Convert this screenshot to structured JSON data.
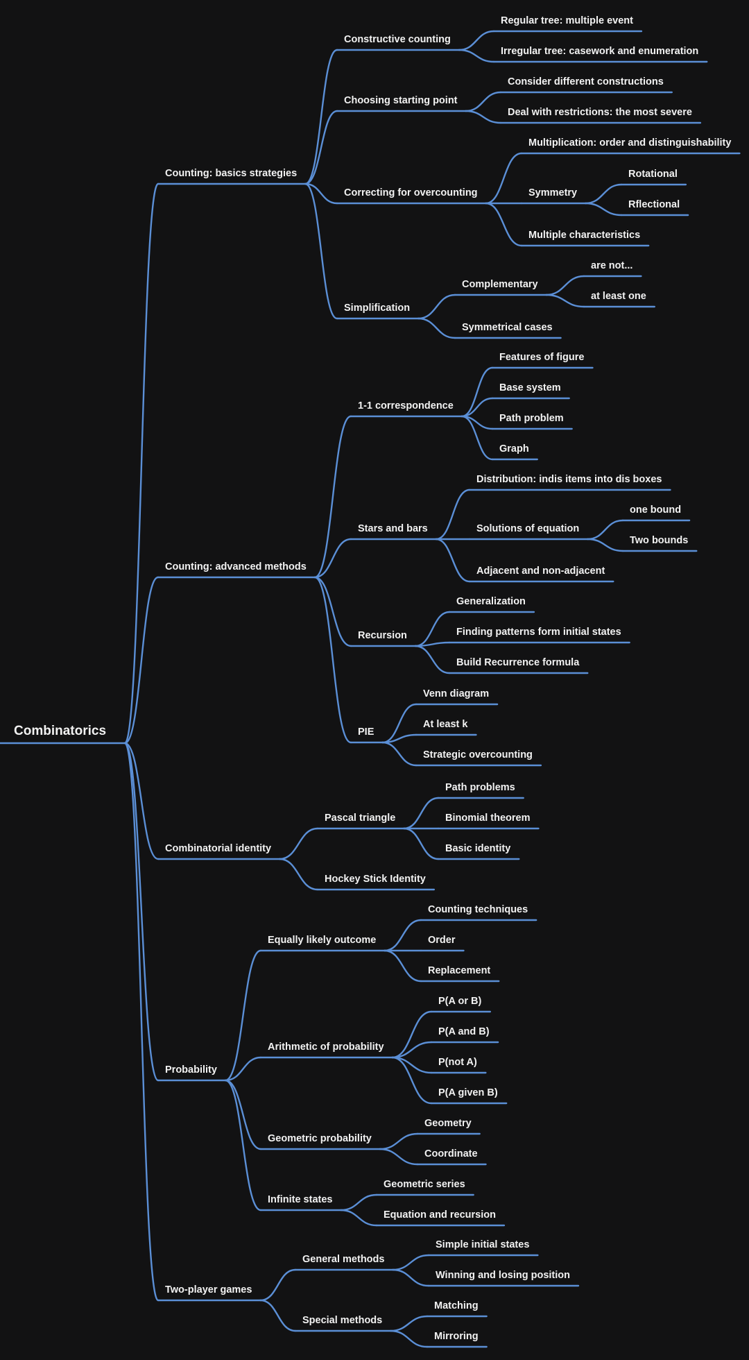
{
  "mindmap": {
    "root": "Combinatorics",
    "branches": [
      {
        "label": "Counting: basics strategies",
        "children": [
          {
            "label": "Constructive counting",
            "children": [
              {
                "label": "Regular tree: multiple event"
              },
              {
                "label": "Irregular tree: casework and enumeration"
              }
            ]
          },
          {
            "label": "Choosing starting point",
            "children": [
              {
                "label": "Consider different constructions"
              },
              {
                "label": "Deal with restrictions: the most severe"
              }
            ]
          },
          {
            "label": "Correcting for overcounting",
            "children": [
              {
                "label": "Multiplication: order and distinguishability"
              },
              {
                "label": "Symmetry",
                "children": [
                  {
                    "label": "Rotational"
                  },
                  {
                    "label": "Rflectional"
                  }
                ]
              },
              {
                "label": "Multiple characteristics"
              }
            ]
          },
          {
            "label": "Simplification",
            "children": [
              {
                "label": "Complementary",
                "children": [
                  {
                    "label": "are not..."
                  },
                  {
                    "label": "at least one"
                  }
                ]
              },
              {
                "label": "Symmetrical cases"
              }
            ]
          }
        ]
      },
      {
        "label": "Counting: advanced methods",
        "children": [
          {
            "label": "1-1 correspondence",
            "children": [
              {
                "label": "Features of figure"
              },
              {
                "label": "Base system"
              },
              {
                "label": "Path problem"
              },
              {
                "label": "Graph"
              }
            ]
          },
          {
            "label": "Stars and bars",
            "children": [
              {
                "label": "Distribution: indis items into dis boxes"
              },
              {
                "label": "Solutions of equation",
                "children": [
                  {
                    "label": "one bound"
                  },
                  {
                    "label": "Two bounds"
                  }
                ]
              },
              {
                "label": "Adjacent and non-adjacent"
              }
            ]
          },
          {
            "label": "Recursion",
            "children": [
              {
                "label": "Generalization"
              },
              {
                "label": "Finding patterns form initial states"
              },
              {
                "label": "Build Recurrence formula"
              }
            ]
          },
          {
            "label": "PIE",
            "children": [
              {
                "label": "Venn diagram"
              },
              {
                "label": "At least k"
              },
              {
                "label": "Strategic overcounting"
              }
            ]
          }
        ]
      },
      {
        "label": "Combinatorial identity",
        "children": [
          {
            "label": "Pascal triangle",
            "children": [
              {
                "label": "Path problems"
              },
              {
                "label": "Binomial theorem"
              },
              {
                "label": "Basic identity"
              }
            ]
          },
          {
            "label": "Hockey Stick Identity"
          }
        ]
      },
      {
        "label": "Probability",
        "children": [
          {
            "label": "Equally likely outcome",
            "children": [
              {
                "label": "Counting techniques"
              },
              {
                "label": "Order"
              },
              {
                "label": "Replacement"
              }
            ]
          },
          {
            "label": "Arithmetic of probability",
            "children": [
              {
                "label": "P(A or B)"
              },
              {
                "label": "P(A and B)"
              },
              {
                "label": "P(not A)"
              },
              {
                "label": "P(A given B)"
              }
            ]
          },
          {
            "label": "Geometric probability",
            "children": [
              {
                "label": "Geometry"
              },
              {
                "label": "Coordinate"
              }
            ]
          },
          {
            "label": "Infinite states",
            "children": [
              {
                "label": "Geometric series"
              },
              {
                "label": "Equation and recursion"
              }
            ]
          }
        ]
      },
      {
        "label": "Two-player games",
        "children": [
          {
            "label": "General methods",
            "children": [
              {
                "label": "Simple initial states"
              },
              {
                "label": "Winning and losing position"
              }
            ]
          },
          {
            "label": "Special methods",
            "children": [
              {
                "label": "Matching"
              },
              {
                "label": "Mirroring"
              }
            ]
          }
        ]
      }
    ],
    "colors": {
      "background": "#121213",
      "line": "#5b8fd6",
      "text": "#f2f2f2"
    }
  }
}
